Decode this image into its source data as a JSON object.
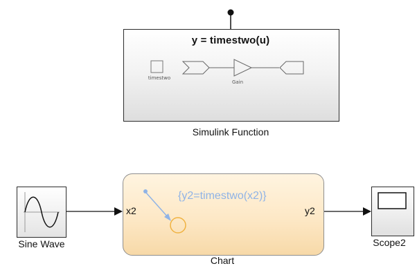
{
  "simulink_function": {
    "signature": "y = timestwo(u)",
    "caption": "Simulink Function",
    "inner_input_label": "timestwo",
    "inner_gain_label": "Gain"
  },
  "chart": {
    "caption": "Chart",
    "action_text": "{y2=timestwo(x2)}",
    "input_port": "x2",
    "output_port": "y2"
  },
  "source": {
    "caption": "Sine Wave"
  },
  "sink": {
    "caption": "Scope2"
  }
}
